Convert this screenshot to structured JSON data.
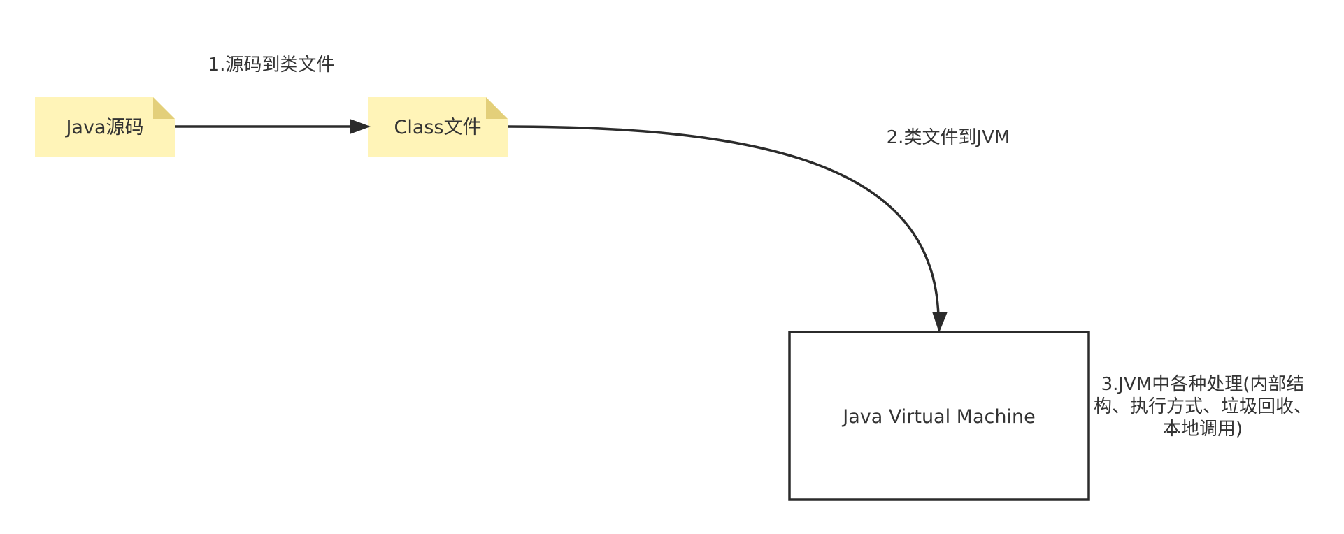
{
  "diagram": {
    "nodes": {
      "java_source": {
        "label": "Java源码"
      },
      "class_file": {
        "label": "Class文件"
      },
      "jvm": {
        "label": "Java Virtual Machine"
      }
    },
    "edges": {
      "source_to_class": {
        "label": "1.源码到类文件"
      },
      "class_to_jvm": {
        "label": "2.类文件到JVM"
      }
    },
    "jvm_note": {
      "lines": [
        "3.JVM中各种处理(内部结",
        "构、执行方式、垃圾回收、",
        "本地调用)"
      ]
    }
  },
  "colors": {
    "note_fill": "#fff4b8",
    "note_fold": "#e3cf7a",
    "stroke": "#2b2b2b",
    "text": "#333333"
  }
}
